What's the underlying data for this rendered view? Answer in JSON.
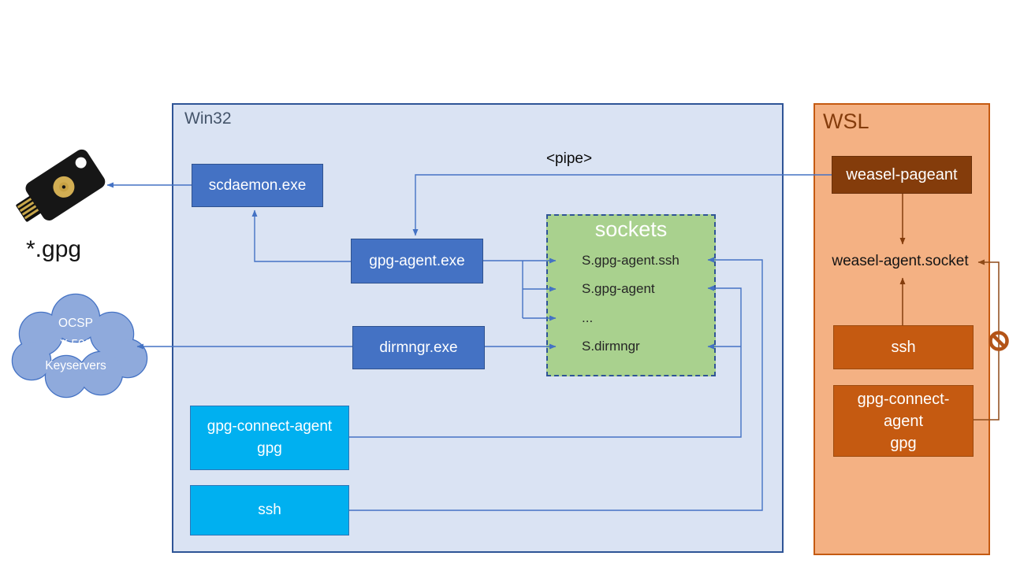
{
  "win32": {
    "title": "Win32",
    "boxes": {
      "scdaemon": "scdaemon.exe",
      "gpg_agent": "gpg-agent.exe",
      "dirmngr": "dirmngr.exe",
      "gpg_connect_agent": [
        "gpg-connect-agent",
        "gpg"
      ],
      "ssh": "ssh"
    }
  },
  "sockets": {
    "title": "sockets",
    "items": [
      "S.gpg-agent.ssh",
      "S.gpg-agent",
      "...",
      "S.dirmngr"
    ]
  },
  "wsl": {
    "title": "WSL",
    "boxes": {
      "weasel_pageant": "weasel-pageant",
      "ssh": "ssh",
      "gpg_connect_agent": [
        "gpg-connect-",
        "agent",
        "gpg"
      ]
    },
    "weasel_socket": "weasel-agent.socket"
  },
  "labels": {
    "pipe": "<pipe>",
    "gpg_files": "*.gpg"
  },
  "cloud": {
    "lines": [
      "OCSP",
      "X.509",
      "Keyservers"
    ]
  },
  "icons": {
    "yubikey": "yubikey-icon",
    "cloud": "cloud-icon",
    "no_entry": "no-entry-icon"
  },
  "colors": {
    "win32_fill": "#dae3f3",
    "win32_border": "#2e5496",
    "blue_node": "#4472c4",
    "cyan_node": "#00b0f0",
    "sockets_fill": "#a9d18e",
    "wsl_fill": "#f4b183",
    "wsl_border": "#c55a11",
    "weasel_pageant_fill": "#843c0b",
    "orange_node": "#c55a11",
    "blue_line": "#4472c4",
    "brown_line": "#843c0c",
    "cloud_fill": "#8faadc"
  }
}
